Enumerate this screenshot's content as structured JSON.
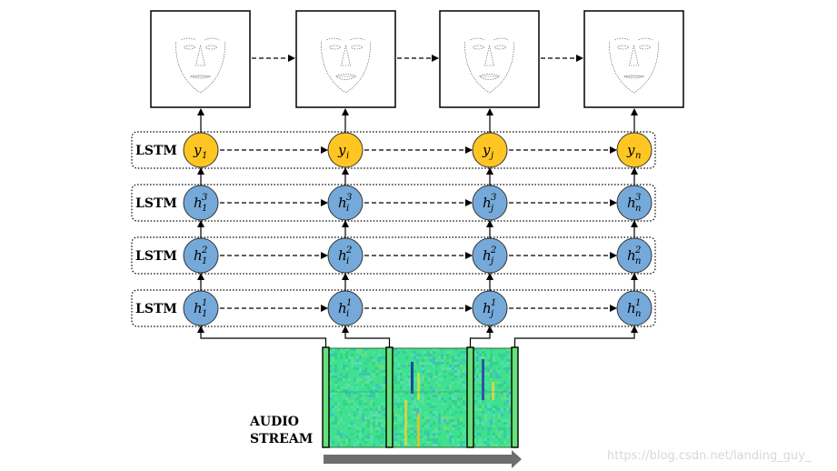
{
  "rows": [
    {
      "label": "LSTM",
      "nodes": [
        {
          "base": "y",
          "sub": "1",
          "sup": ""
        },
        {
          "base": "y",
          "sub": "i",
          "sup": ""
        },
        {
          "base": "y",
          "sub": "j",
          "sup": ""
        },
        {
          "base": "y",
          "sub": "n",
          "sup": ""
        }
      ]
    },
    {
      "label": "LSTM",
      "nodes": [
        {
          "base": "h",
          "sub": "1",
          "sup": "3"
        },
        {
          "base": "h",
          "sub": "i",
          "sup": "3"
        },
        {
          "base": "h",
          "sub": "j",
          "sup": "3"
        },
        {
          "base": "h",
          "sub": "n",
          "sup": "3"
        }
      ]
    },
    {
      "label": "LSTM",
      "nodes": [
        {
          "base": "h",
          "sub": "1",
          "sup": "2"
        },
        {
          "base": "h",
          "sub": "i",
          "sup": "2"
        },
        {
          "base": "h",
          "sub": "j",
          "sup": "2"
        },
        {
          "base": "h",
          "sub": "n",
          "sup": "2"
        }
      ]
    },
    {
      "label": "LSTM",
      "nodes": [
        {
          "base": "h",
          "sub": "1",
          "sup": "1"
        },
        {
          "base": "h",
          "sub": "i",
          "sup": "1"
        },
        {
          "base": "h",
          "sub": "j",
          "sup": "1"
        },
        {
          "base": "h",
          "sub": "n",
          "sup": "1"
        }
      ]
    }
  ],
  "audio": {
    "line1": "AUDIO",
    "line2": "STREAM"
  },
  "watermark": "https://blog.csdn.net/landing_guy_",
  "colors": {
    "output_node": "#FFC623",
    "hidden_node": "#75A9D9",
    "spectrogram_base": "#3FE08F",
    "window_fill": "#68E07A",
    "time_arrow": "#6E6E6E"
  }
}
